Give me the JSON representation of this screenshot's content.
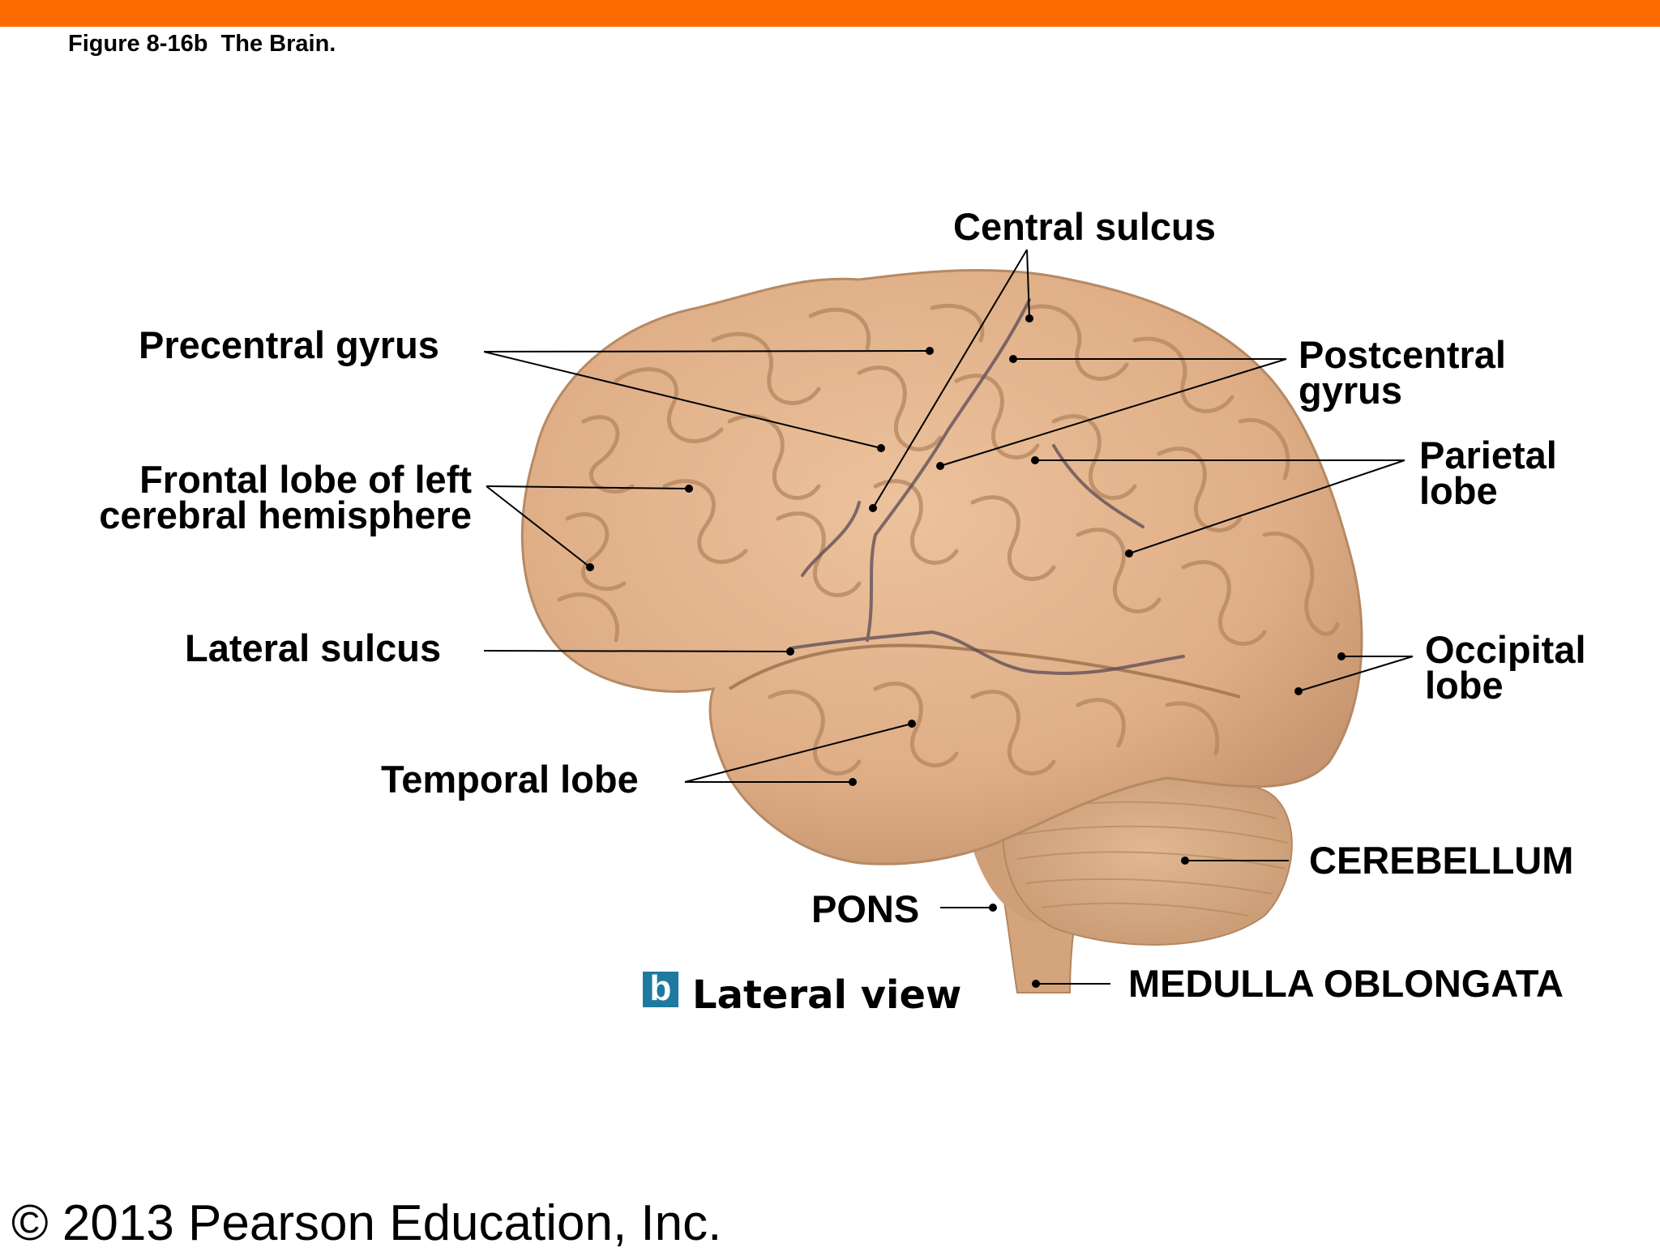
{
  "figure_caption": "Figure 8-16b  The Brain.",
  "labels": {
    "central_sulcus": "Central sulcus",
    "precentral_gyrus": "Precentral gyrus",
    "postcentral_gyrus_line1": "Postcentral",
    "postcentral_gyrus_line2": "gyrus",
    "frontal_lobe_line1": "Frontal lobe of left",
    "frontal_lobe_line2": "cerebral hemisphere",
    "parietal_lobe_line1": "Parietal",
    "parietal_lobe_line2": "lobe",
    "lateral_sulcus": "Lateral sulcus",
    "occipital_lobe_line1": "Occipital",
    "occipital_lobe_line2": "lobe",
    "temporal_lobe": "Temporal lobe",
    "cerebellum": "CEREBELLUM",
    "pons": "PONS",
    "medulla_oblongata": "MEDULLA OBLONGATA"
  },
  "view": {
    "badge": "b",
    "title": "Lateral view"
  },
  "copyright": "© 2013 Pearson Education, Inc.",
  "colors": {
    "top_bar": "#ff6a00",
    "badge": "#1e7aa0",
    "brain": "#e2b48d",
    "brain_shadow": "#b98860",
    "cerebellum": "#d6aa82",
    "vessel": "#6e6070"
  }
}
